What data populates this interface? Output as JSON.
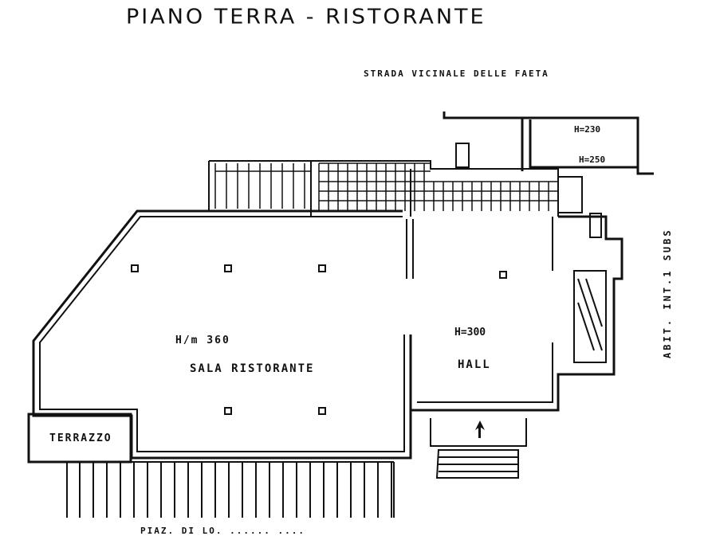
{
  "title": "PIANO TERRA - RISTORANTE",
  "labels": {
    "street": "STRADA VICINALE DELLE FAETA",
    "height_230": "H=230",
    "height_250": "H=250",
    "room_height": "H/m 360",
    "dining_room": "SALA RISTORANTE",
    "hall_height": "H=300",
    "hall": "HALL",
    "terrace": "TERRAZZO",
    "side_note": "ABIT. INT.1 SUBS",
    "bottom_note": "PIAZ. DI LO. ...... ...."
  }
}
